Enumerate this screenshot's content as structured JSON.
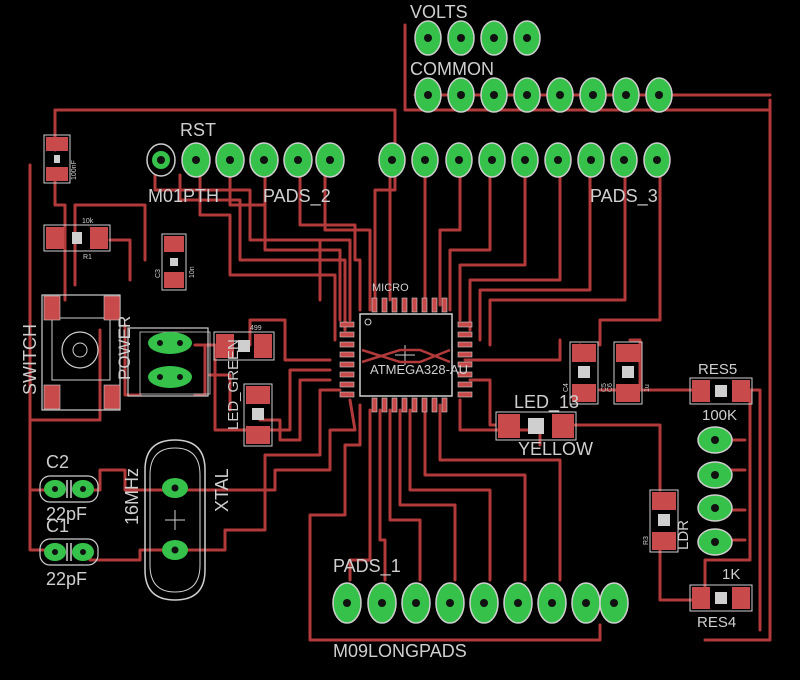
{
  "colors": {
    "background": "#000000",
    "trace": "#b23a3a",
    "pad": "#36c24a",
    "pad_outline": "#cfcfcf",
    "drill": "#111111",
    "silk": "#cfcfcf",
    "smd": "#c84a4a"
  },
  "labels": {
    "volts": "VOLTS",
    "common": "COMMON",
    "rst": "RST",
    "m01pth": "M01PTH",
    "pads_2": "PADS_2",
    "pads_3": "PADS_3",
    "micro": "MICRO",
    "chip": "ATMEGA328-AU",
    "switch": "SWITCH",
    "power": "POWER",
    "led_green": "LED_GREEN",
    "res_499": "499",
    "led_13": "LED_13",
    "yellow": "YELLOW",
    "res5": "RES5",
    "res5_value": "100K",
    "c2": "C2",
    "c2_value": "22pF",
    "c1": "C1",
    "c1_value": "22pF",
    "crystal_freq": "16MHz",
    "xtal": "XTAL",
    "pads_1": "PADS_1",
    "m09longpads": "M09LONGPADS",
    "res4_value": "1K",
    "res4": "RES4",
    "ldr": "LDR",
    "r1_value": "10k",
    "r1": "R1",
    "c_small": "100nF",
    "c3": "C3",
    "c4": "C4",
    "c5": "C5",
    "c6": "C6",
    "c_10n": "10n",
    "c_1u": "1u",
    "r3": "R3"
  }
}
